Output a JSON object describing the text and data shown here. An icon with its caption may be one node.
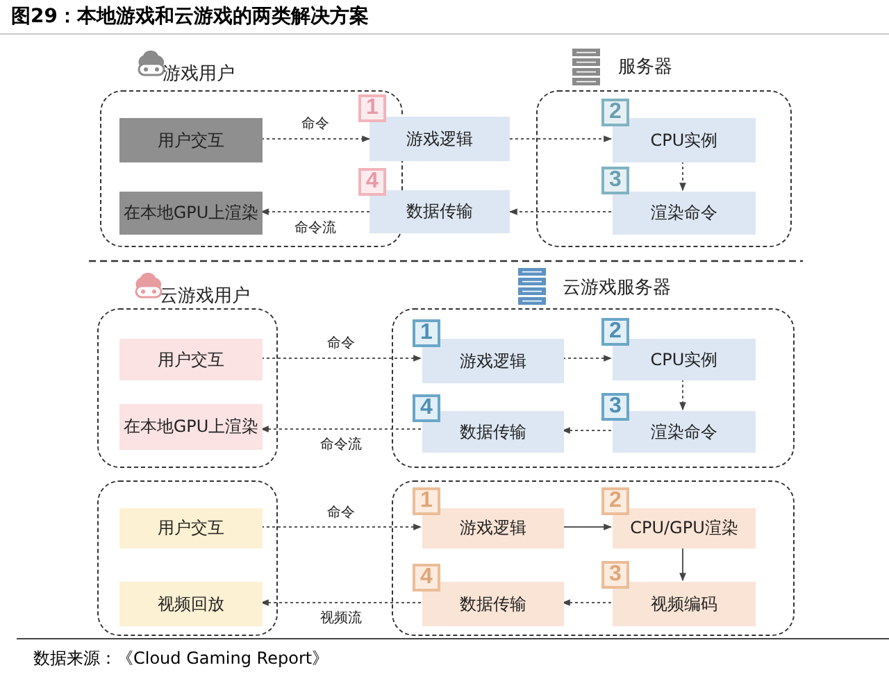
{
  "diagram": {
    "title": "图29：本地游戏和云游戏的两类解决方案",
    "nodes": [
      {
        "text": [
          "游戏用户"
        ]
      },
      {
        "text": [
          "用户交互"
        ],
        "in": 0
      },
      {
        "text": [
          "在本地GPU上渲染"
        ],
        "in": 0
      },
      {
        "text": [
          "1"
        ],
        "in": 0
      },
      {
        "text": [
          "游戏逻辑"
        ]
      },
      {
        "text": [
          "4"
        ],
        "in": 0
      },
      {
        "text": [
          "数据传输"
        ]
      },
      {
        "text": [
          "服务器"
        ]
      },
      {
        "text": [
          "2"
        ],
        "in": 7
      },
      {
        "text": [
          "CPU实例"
        ],
        "in": 7
      },
      {
        "text": [
          "3"
        ],
        "in": 7
      },
      {
        "text": [
          "渲染命令"
        ],
        "in": 7
      },
      {
        "text": [
          "云游戏用户"
        ]
      },
      {
        "text": [
          "用户交互"
        ],
        "in": 12
      },
      {
        "text": [
          "在本地GPU上渲染"
        ],
        "in": 12
      },
      {
        "text": [
          "云游戏服务器"
        ]
      },
      {
        "text": [
          "1"
        ],
        "in": 15
      },
      {
        "text": [
          "游戏逻辑"
        ],
        "in": 15
      },
      {
        "text": [
          "2"
        ],
        "in": 15
      },
      {
        "text": [
          "CPU实例"
        ],
        "in": 15
      },
      {
        "text": [
          "4"
        ],
        "in": 15
      },
      {
        "text": [
          "数据传输"
        ],
        "in": 15
      },
      {
        "text": [
          "3"
        ],
        "in": 15
      },
      {
        "text": [
          "渲染命令"
        ],
        "in": 15
      },
      {
        "text": [],
        "shape": "box"
      },
      {
        "text": [
          "用户交互"
        ],
        "in": 24
      },
      {
        "text": [
          "视频回放"
        ],
        "in": 24
      },
      {
        "text": [],
        "shape": "box"
      },
      {
        "text": [
          "1"
        ],
        "in": 27
      },
      {
        "text": [
          "游戏逻辑"
        ],
        "in": 27
      },
      {
        "text": [
          "2"
        ],
        "in": 27
      },
      {
        "text": [
          "CPU/GPU渲染"
        ],
        "in": 27
      },
      {
        "text": [
          "4"
        ],
        "in": 27
      },
      {
        "text": [
          "数据传输"
        ],
        "in": 27
      },
      {
        "text": [
          "3"
        ],
        "in": 27
      },
      {
        "text": [
          "视频编码"
        ],
        "in": 27
      }
    ],
    "edges": [
      {
        "from": 1,
        "to": 4,
        "arrow": "to",
        "label": "命令",
        "style": "dashed"
      },
      {
        "from": 4,
        "to": 9,
        "arrow": "to",
        "style": "dashed"
      },
      {
        "from": 9,
        "to": 11,
        "arrow": "to",
        "style": "dashed"
      },
      {
        "from": 11,
        "to": 6,
        "arrow": "to",
        "style": "dashed"
      },
      {
        "from": 6,
        "to": 2,
        "arrow": "to",
        "label": "命令流",
        "style": "dashed"
      },
      {
        "from": 13,
        "to": 17,
        "arrow": "to",
        "label": "命令",
        "style": "dashed"
      },
      {
        "from": 17,
        "to": 19,
        "arrow": "to",
        "style": "dashed"
      },
      {
        "from": 19,
        "to": 23,
        "arrow": "to",
        "style": "dashed"
      },
      {
        "from": 23,
        "to": 21,
        "arrow": "to",
        "style": "dashed"
      },
      {
        "from": 21,
        "to": 14,
        "arrow": "to",
        "label": "命令流",
        "style": "dashed"
      },
      {
        "from": 25,
        "to": 29,
        "arrow": "to",
        "label": "命令",
        "style": "dashed"
      },
      {
        "from": 29,
        "to": 31,
        "arrow": "to"
      },
      {
        "from": 31,
        "to": 35,
        "arrow": "to"
      },
      {
        "from": 35,
        "to": 33,
        "arrow": "to",
        "style": "dashed"
      },
      {
        "from": 33,
        "to": 26,
        "arrow": "to",
        "label": "视频流",
        "style": "dashed"
      }
    ],
    "labels": [
      "数据来源：《Cloud Gaming Report》"
    ]
  }
}
